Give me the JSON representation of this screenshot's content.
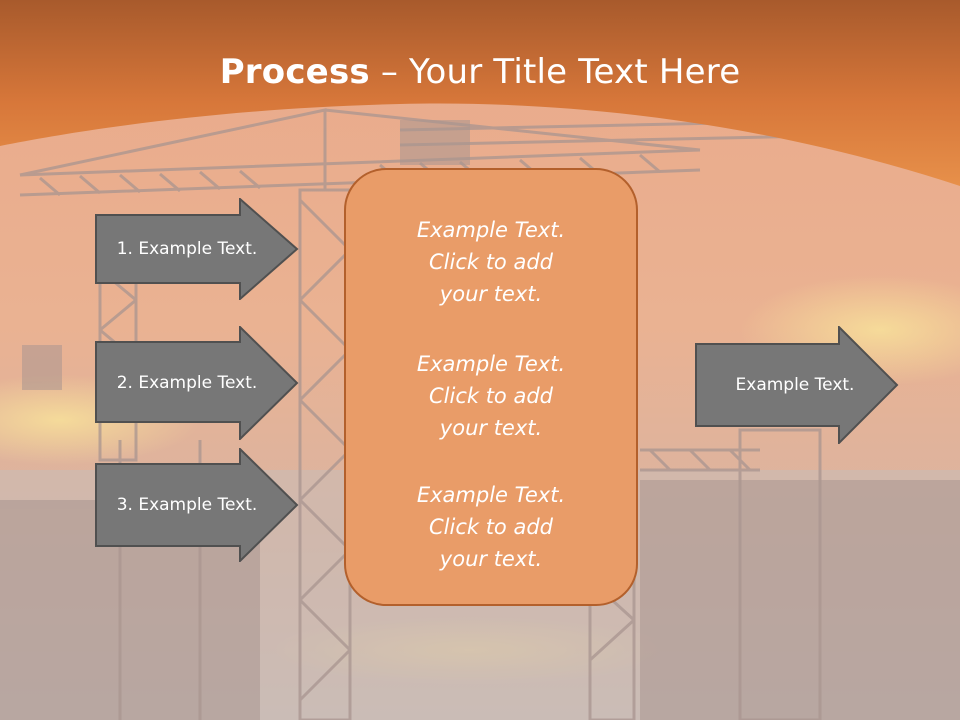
{
  "title": {
    "bold": "Process",
    "rest": " – Your Title Text Here"
  },
  "left_arrows": [
    {
      "label": "1. Example Text."
    },
    {
      "label": "2. Example Text."
    },
    {
      "label": "3. Example Text."
    }
  ],
  "center_box": {
    "paragraphs": [
      {
        "lines": [
          "Example Text.",
          "Click  to add",
          "your text."
        ]
      },
      {
        "lines": [
          "Example Text.",
          "Click  to add",
          "your text."
        ]
      },
      {
        "lines": [
          "Example Text.",
          "Click  to add",
          "your text."
        ]
      }
    ]
  },
  "right_arrow": {
    "label": "Example Text."
  },
  "colors": {
    "header_orange": "#e07a3a",
    "arrow_fill": "#777777",
    "box_fill": "#e99c68",
    "box_border": "#b3602c"
  }
}
